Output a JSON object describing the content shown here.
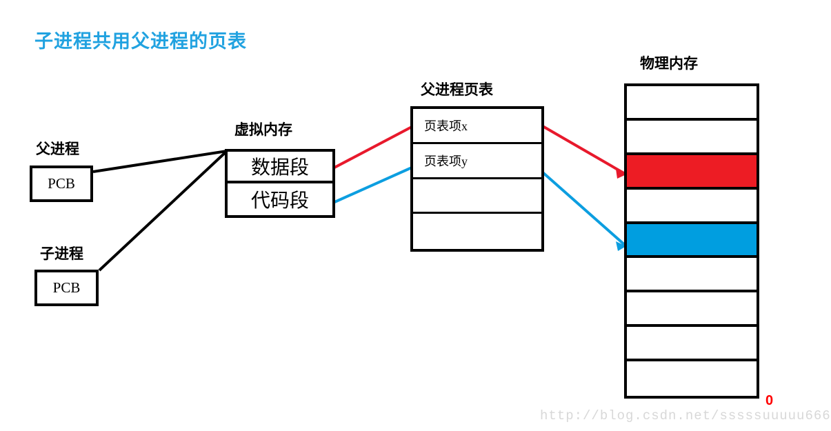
{
  "title": "子进程共用父进程的页表",
  "colors": {
    "title": "#21a2e0",
    "red_line": "#e8192c",
    "blue_line": "#0c9ee0",
    "red_frame": "#ed1c24",
    "blue_frame": "#009ee0",
    "stroke": "#000000",
    "watermark": "#d8d8d8",
    "corner_mark": "#ff0000"
  },
  "labels": {
    "parent_process": "父进程",
    "child_process": "子进程",
    "virtual_memory": "虚拟内存",
    "parent_page_table": "父进程页表",
    "physical_memory": "物理内存"
  },
  "parent_pcb": {
    "text": "PCB"
  },
  "child_pcb": {
    "text": "PCB"
  },
  "virtual_memory": {
    "rows": [
      {
        "label": "数据段"
      },
      {
        "label": "代码段"
      }
    ]
  },
  "page_table": {
    "rows": [
      {
        "label": "页表项x"
      },
      {
        "label": "页表项y"
      },
      {
        "label": ""
      },
      {
        "label": ""
      }
    ]
  },
  "physical_memory": {
    "rows": [
      {
        "label": "",
        "fill": "#ffffff"
      },
      {
        "label": "",
        "fill": "#ffffff"
      },
      {
        "label": "",
        "fill": "#ed1c24"
      },
      {
        "label": "",
        "fill": "#ffffff"
      },
      {
        "label": "",
        "fill": "#009ee0"
      },
      {
        "label": "",
        "fill": "#ffffff"
      },
      {
        "label": "",
        "fill": "#ffffff"
      },
      {
        "label": "",
        "fill": "#ffffff"
      },
      {
        "label": "",
        "fill": "#ffffff"
      }
    ]
  },
  "watermark": "http://blog.csdn.net/sssssuuuuu666",
  "corner_mark": "0"
}
